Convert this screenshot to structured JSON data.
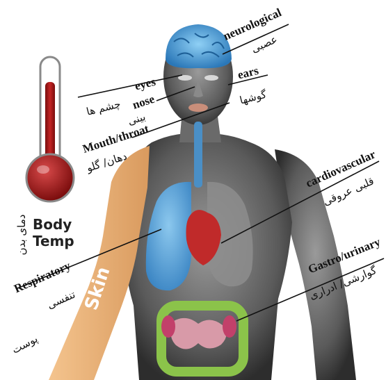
{
  "thermometer": {
    "title_line1": "Body",
    "title_line2": "Temp",
    "persian_label": "دمای بدن"
  },
  "skin": {
    "label": "Skin",
    "persian_label": "پوست"
  },
  "labels": {
    "neurological": {
      "en": "neurological",
      "fa": "عصبی"
    },
    "eyes": {
      "en": "eyes",
      "fa": "چشم ها"
    },
    "ears": {
      "en": "ears",
      "fa": "گوشها"
    },
    "nose": {
      "en": "nose",
      "fa": "بینی"
    },
    "mouth_throat": {
      "en": "Mouth/throat",
      "fa": "دهان/ گلو"
    },
    "cardiovascular": {
      "en": "cardiovascular",
      "fa": "قلبی عروقی"
    },
    "respiratory": {
      "en": "Respiratory",
      "fa": "تنفسی"
    },
    "gastro_urinary": {
      "en": "Gastro/urinary",
      "fa": "گوارشی/ ادراری"
    }
  },
  "colors": {
    "brain": "#3a8fd0",
    "lung": "#5aa6d8",
    "heart": "#c02a2a",
    "skin_arm": "#e8b27a",
    "thermometer_fluid": "#a01818",
    "intestine": "#d89aa8",
    "colon": "#8bc34a",
    "body_gray": "#6f6f6f"
  }
}
